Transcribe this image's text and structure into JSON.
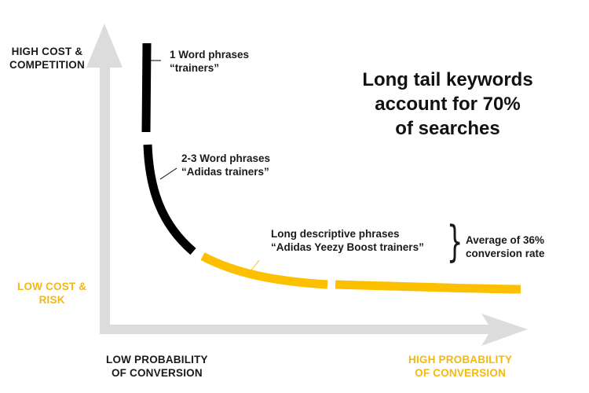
{
  "headline": {
    "line1": "Long tail keywords",
    "line2": "account for 70%",
    "line3": "of searches"
  },
  "y_axis": {
    "top_label": {
      "line1": "HIGH COST &",
      "line2": "COMPETITION"
    },
    "bottom_label": {
      "line1": "LOW COST &",
      "line2": "RISK"
    }
  },
  "x_axis": {
    "left_label": {
      "line1": "LOW PROBABILITY",
      "line2": "OF CONVERSION"
    },
    "right_label": {
      "line1": "HIGH PROBABILITY",
      "line2": "OF CONVERSION"
    }
  },
  "phrases": [
    {
      "title": "1 Word phrases",
      "example": "“trainers”"
    },
    {
      "title": "2-3 Word phrases",
      "example": "“Adidas trainers”"
    },
    {
      "title": "Long descriptive phrases",
      "example": "“Adidas Yeezy Boost trainers”"
    }
  ],
  "callout": {
    "brace": "}",
    "line1": "Average of 36%",
    "line2": "conversion rate"
  },
  "colors": {
    "axis": "#dcdcdc",
    "head_curve": "#000000",
    "tail_curve": "#fdc000",
    "accent_text": "#f5b80f",
    "text": "#1a1a1a"
  },
  "chart_data": {
    "type": "line",
    "title": "Long tail keywords account for 70% of searches",
    "xlabel_low": "LOW PROBABILITY OF CONVERSION",
    "xlabel_high": "HIGH PROBABILITY OF CONVERSION",
    "ylabel_high": "HIGH COST & COMPETITION",
    "ylabel_low": "LOW COST & RISK",
    "grid": false,
    "series": [
      {
        "name": "1 Word phrases",
        "example": "trainers",
        "color": "#000000",
        "segment": "head"
      },
      {
        "name": "2-3 Word phrases",
        "example": "Adidas trainers",
        "color": "#000000",
        "segment": "middle"
      },
      {
        "name": "Long descriptive phrases",
        "example": "Adidas Yeezy Boost trainers",
        "color": "#fdc000",
        "segment": "long tail",
        "annotation": "Average of 36% conversion rate"
      }
    ]
  }
}
